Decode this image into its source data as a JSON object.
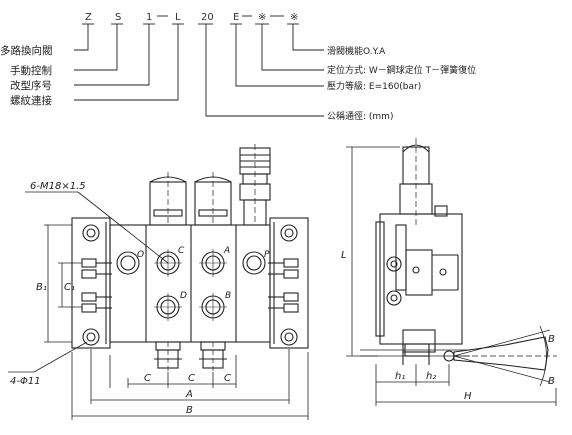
{
  "model_code": {
    "segments": [
      "Z",
      "S",
      "1",
      "L",
      "20",
      "E",
      "※",
      "※"
    ]
  },
  "legend": {
    "left_labels": [
      "多路換向閥",
      "手動控制",
      "改型序号",
      "螺紋連接"
    ],
    "right_labels": [
      "滑閥機能O.Y.A",
      "定位方式: W－鋼球定位 T－彈簧復位",
      "壓力等級: E=160(bar)"
    ],
    "bottom_label": "公稱通徑: (mm)"
  },
  "drawing": {
    "thread_callout": "6-M18×1.5",
    "hole_callout": "4-Φ11",
    "ports": {
      "o": "O",
      "c": "C",
      "a": "A",
      "p": "P",
      "d": "D",
      "b": "B"
    },
    "front_dims": {
      "c": "C",
      "a": "A",
      "b": "B",
      "b1": "B₁",
      "c1": "C₁"
    },
    "side_dims": {
      "l": "L",
      "h": "H",
      "h1": "h₁",
      "h2": "h₂",
      "b": "B"
    }
  }
}
